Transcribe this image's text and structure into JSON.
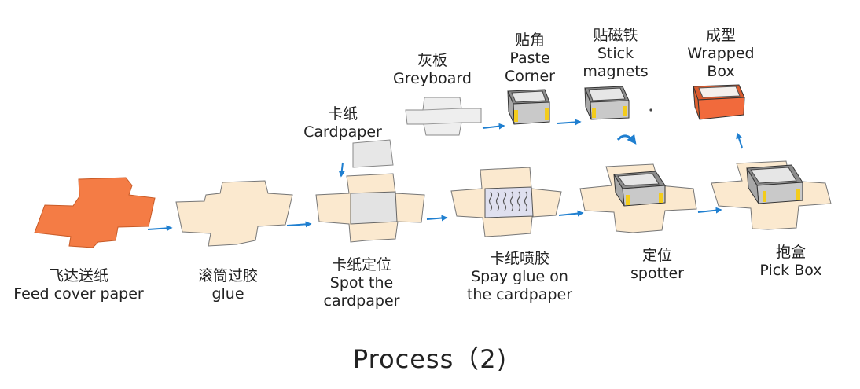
{
  "colors": {
    "cover": "#f47c45",
    "glued": "#fbe9cf",
    "cardpaper": "#e7e7e7",
    "grey": "#cfcfcf",
    "magnet": "#f3cc1c",
    "arrow": "#1f7fd0",
    "wrapped": "#f16a3c"
  },
  "title": "Process（2)",
  "steps": {
    "feed": {
      "zh": "飞达送纸",
      "en": "Feed cover paper"
    },
    "glue": {
      "zh": "滚筒过胶",
      "en": "glue"
    },
    "cardpaper": {
      "zh": "卡纸",
      "en": "Cardpaper"
    },
    "spot": {
      "zh": "卡纸定位",
      "en1": "Spot the",
      "en2": "cardpaper"
    },
    "spray": {
      "zh": "卡纸喷胶",
      "en1": "Spay glue on",
      "en2": "the cardpaper"
    },
    "spotter": {
      "zh": "定位",
      "en": "spotter"
    },
    "pick": {
      "zh": "抱盒",
      "en": "Pick Box"
    },
    "greyboard": {
      "zh": "灰板",
      "en": "Greyboard"
    },
    "corner": {
      "zh": "贴角",
      "en1": "Paste",
      "en2": "Corner"
    },
    "magnets": {
      "zh": "贴磁铁",
      "en1": "Stick",
      "en2": "magnets"
    },
    "wrapped": {
      "zh": "成型",
      "en1": "Wrapped",
      "en2": "Box"
    }
  }
}
